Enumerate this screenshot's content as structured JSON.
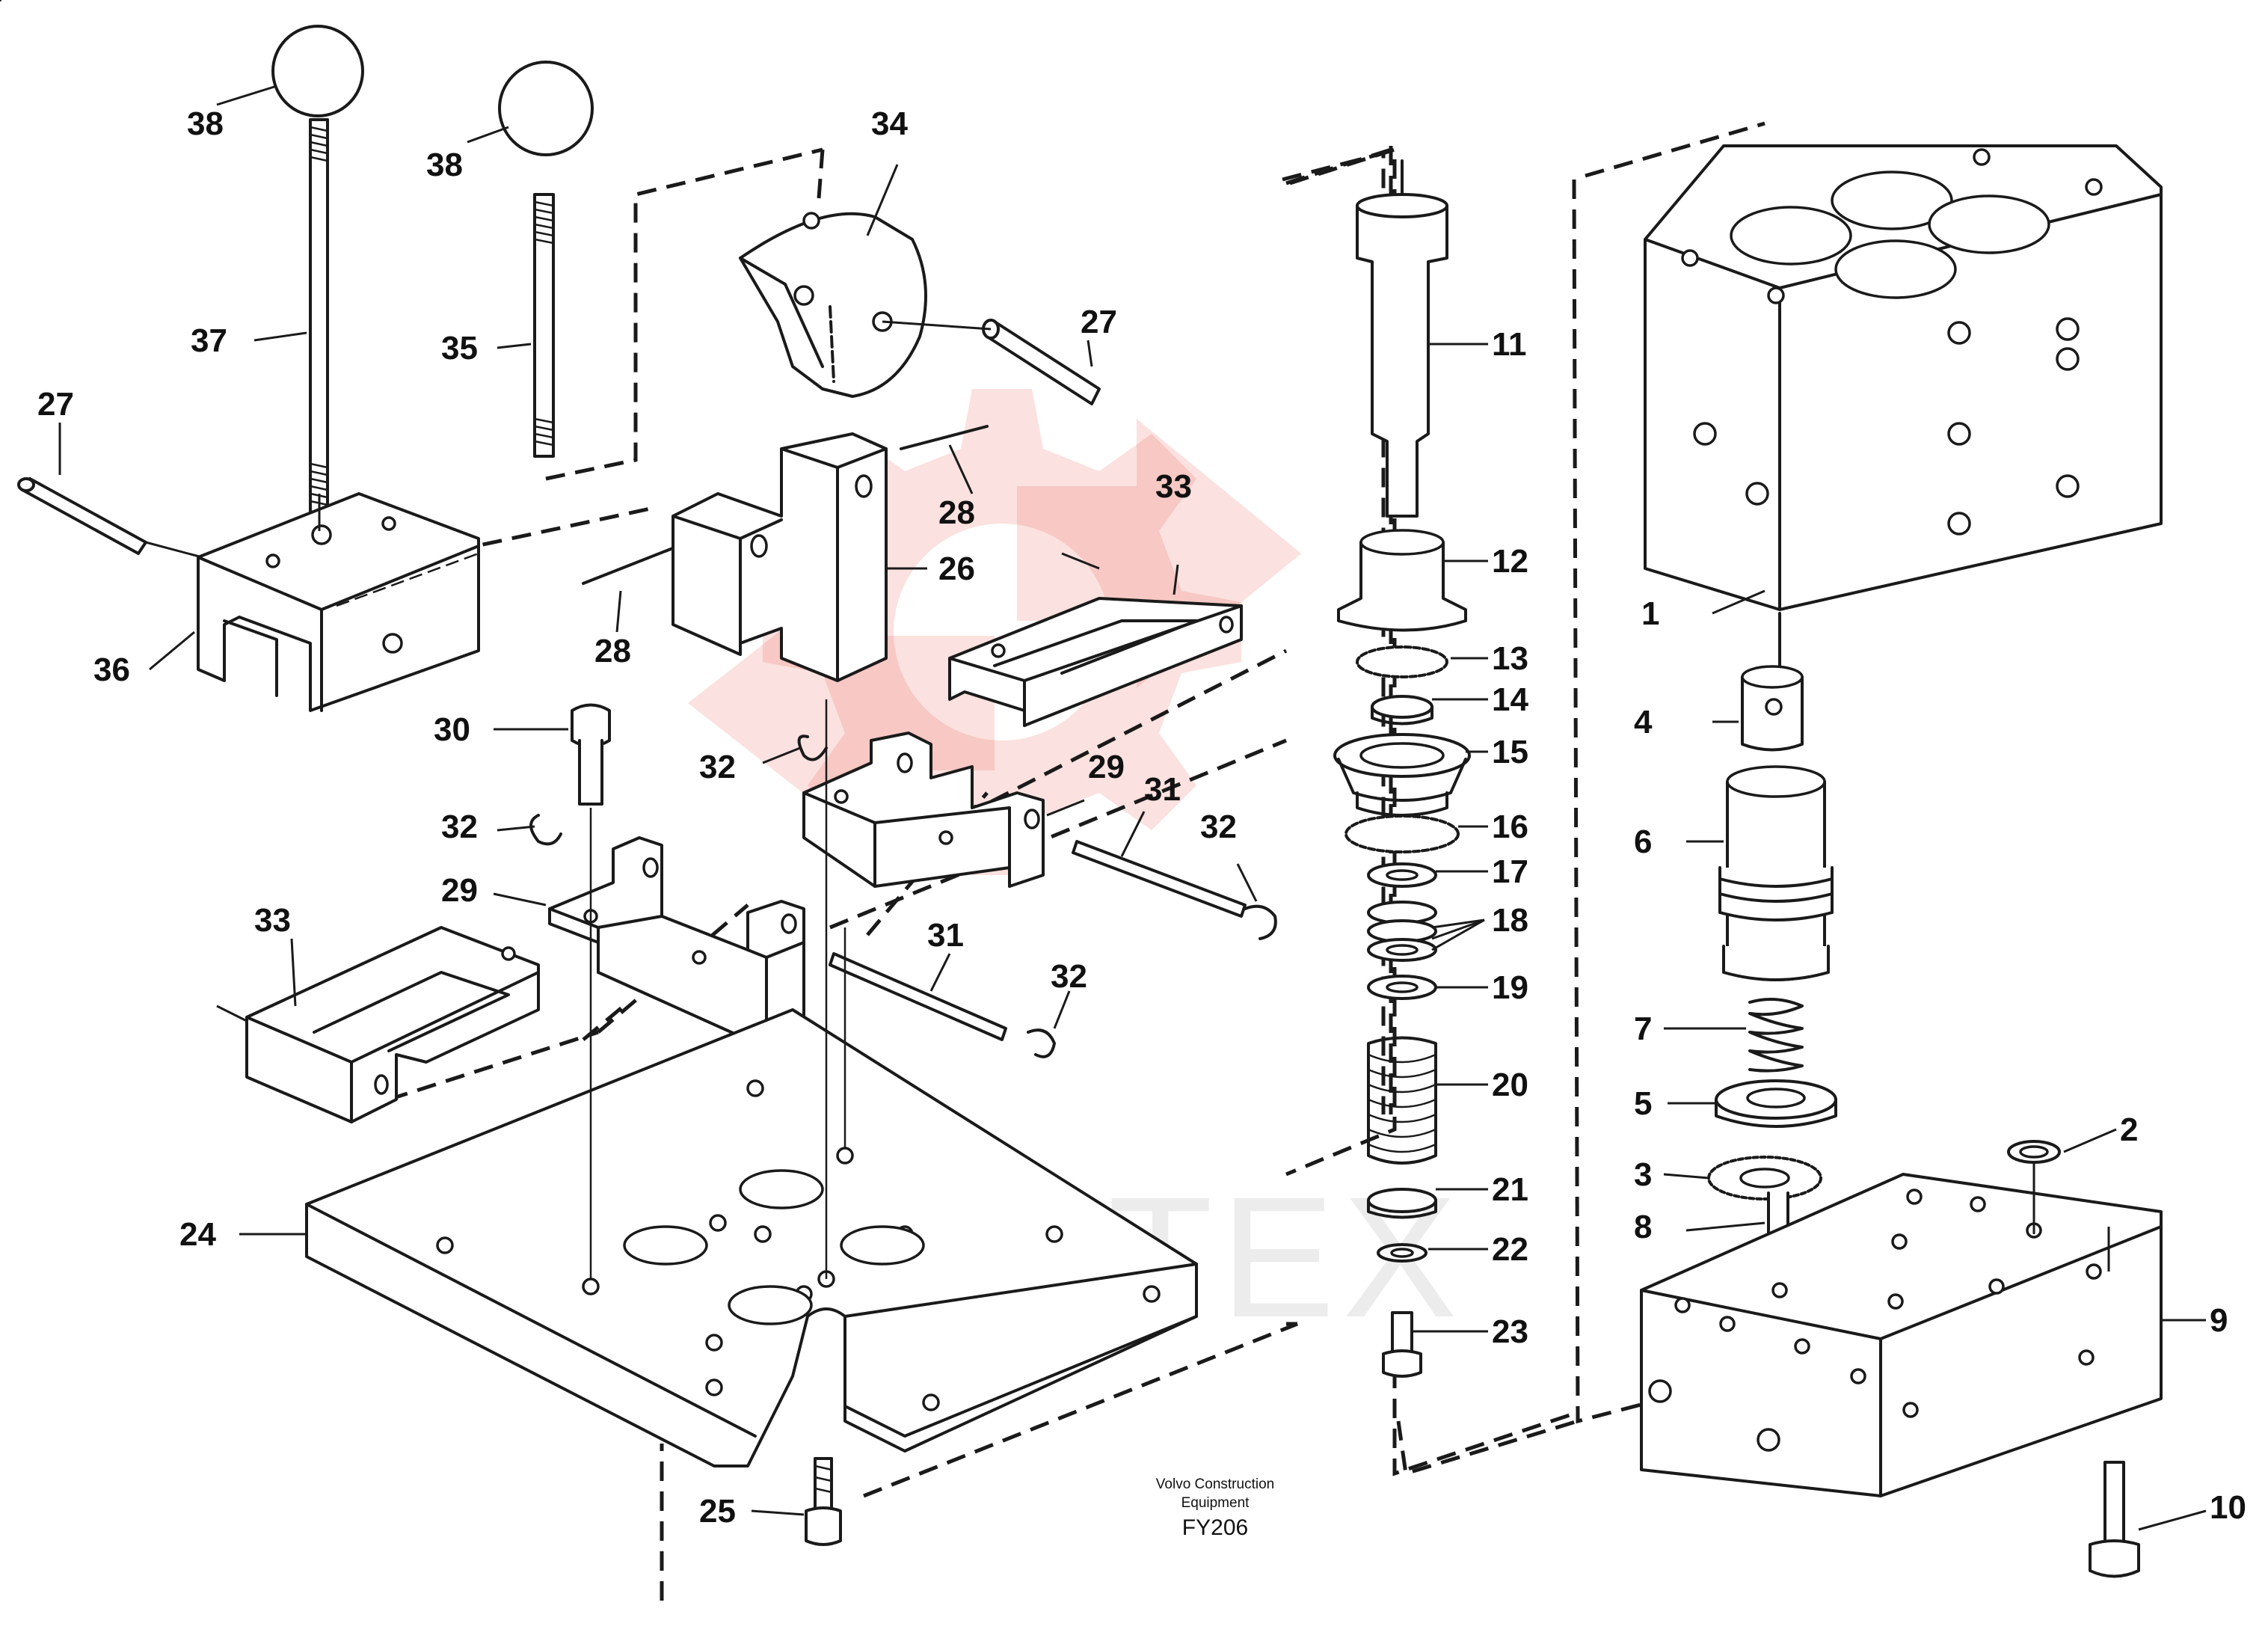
{
  "diagram": {
    "caption": {
      "line1": "Volvo Construction",
      "line2": "Equipment",
      "code": "FY206"
    },
    "watermark_text": "ИНТЕХ",
    "colors": {
      "lines": "#1a1a1a",
      "background": "#ffffff",
      "watermark": "#e9584f"
    },
    "callouts": {
      "c1": "1",
      "c2": "2",
      "c3": "3",
      "c4": "4",
      "c5": "5",
      "c6": "6",
      "c7": "7",
      "c8": "8",
      "c9": "9",
      "c10": "10",
      "c11": "11",
      "c12": "12",
      "c13": "13",
      "c14": "14",
      "c15": "15",
      "c16": "16",
      "c17": "17",
      "c18": "18",
      "c19": "19",
      "c20": "20",
      "c21": "21",
      "c22": "22",
      "c23": "23",
      "c24": "24",
      "c25": "25",
      "c26": "26",
      "c27a": "27",
      "c27b": "27",
      "c28a": "28",
      "c28b": "28",
      "c29a": "29",
      "c29b": "29",
      "c30": "30",
      "c31a": "31",
      "c31b": "31",
      "c32a": "32",
      "c32b": "32",
      "c32c": "32",
      "c32d": "32",
      "c33a": "33",
      "c33b": "33",
      "c34": "34",
      "c35": "35",
      "c36": "36",
      "c37": "37",
      "c38a": "38",
      "c38b": "38"
    }
  }
}
